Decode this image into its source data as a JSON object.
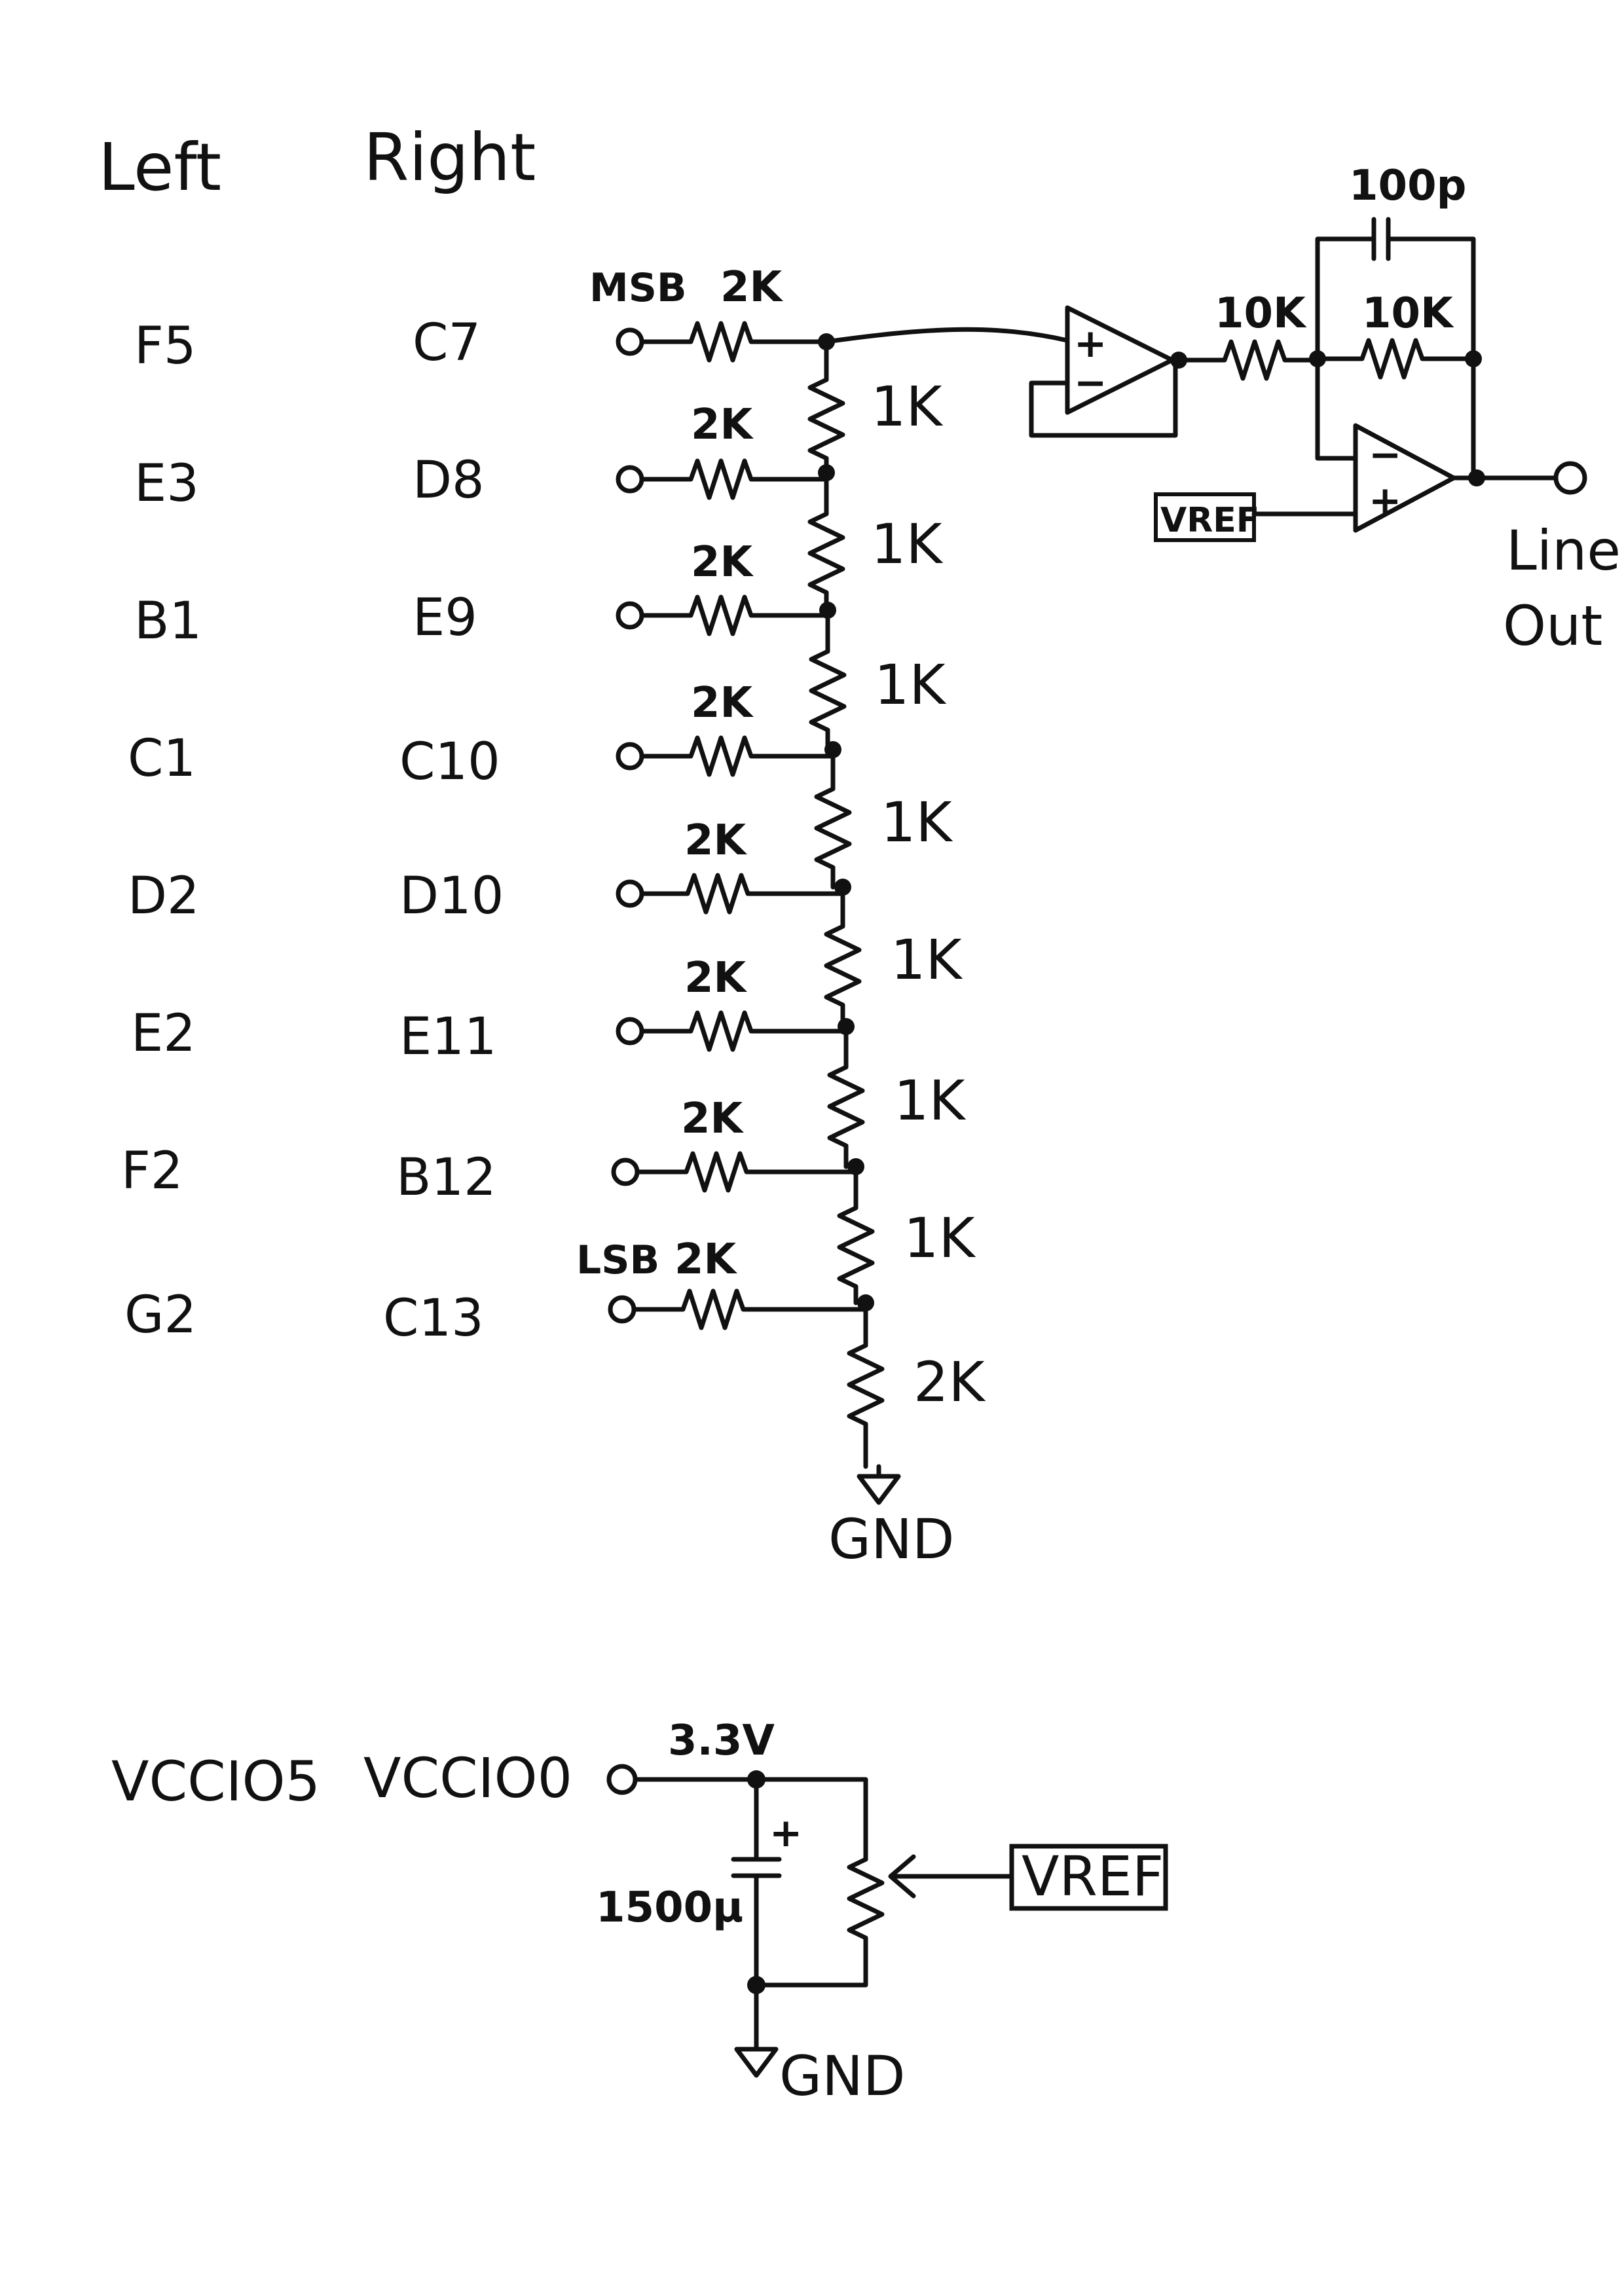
{
  "columns": {
    "left_header": "Left",
    "right_header": "Right"
  },
  "pin_rows": [
    {
      "left": "F5",
      "right": "C7"
    },
    {
      "left": "E3",
      "right": "D8"
    },
    {
      "left": "B1",
      "right": "E9"
    },
    {
      "left": "C1",
      "right": "C10"
    },
    {
      "left": "D2",
      "right": "D10"
    },
    {
      "left": "E2",
      "right": "E11"
    },
    {
      "left": "F2",
      "right": "B12"
    },
    {
      "left": "G2",
      "right": "C13"
    }
  ],
  "power_row": {
    "left": "VCCIO5",
    "right": "VCCIO0"
  },
  "ladder": {
    "msb_label": "MSB",
    "lsb_label": "LSB",
    "input_resistor": "2K",
    "rung_resistor": "1K",
    "bottom_resistor": "2K",
    "ground": "GND"
  },
  "output_stage": {
    "capacitor": "100p",
    "input_resistor": "10K",
    "feedback_resistor": "10K",
    "vref": "VREF",
    "output_line1": "Line",
    "output_line2": "Out"
  },
  "supply": {
    "voltage": "3.3V",
    "capacitor": "1500µ",
    "cap_plus": "+",
    "vref": "VREF",
    "ground": "GND"
  },
  "opamp_signs": {
    "plus": "+",
    "minus": "−"
  }
}
